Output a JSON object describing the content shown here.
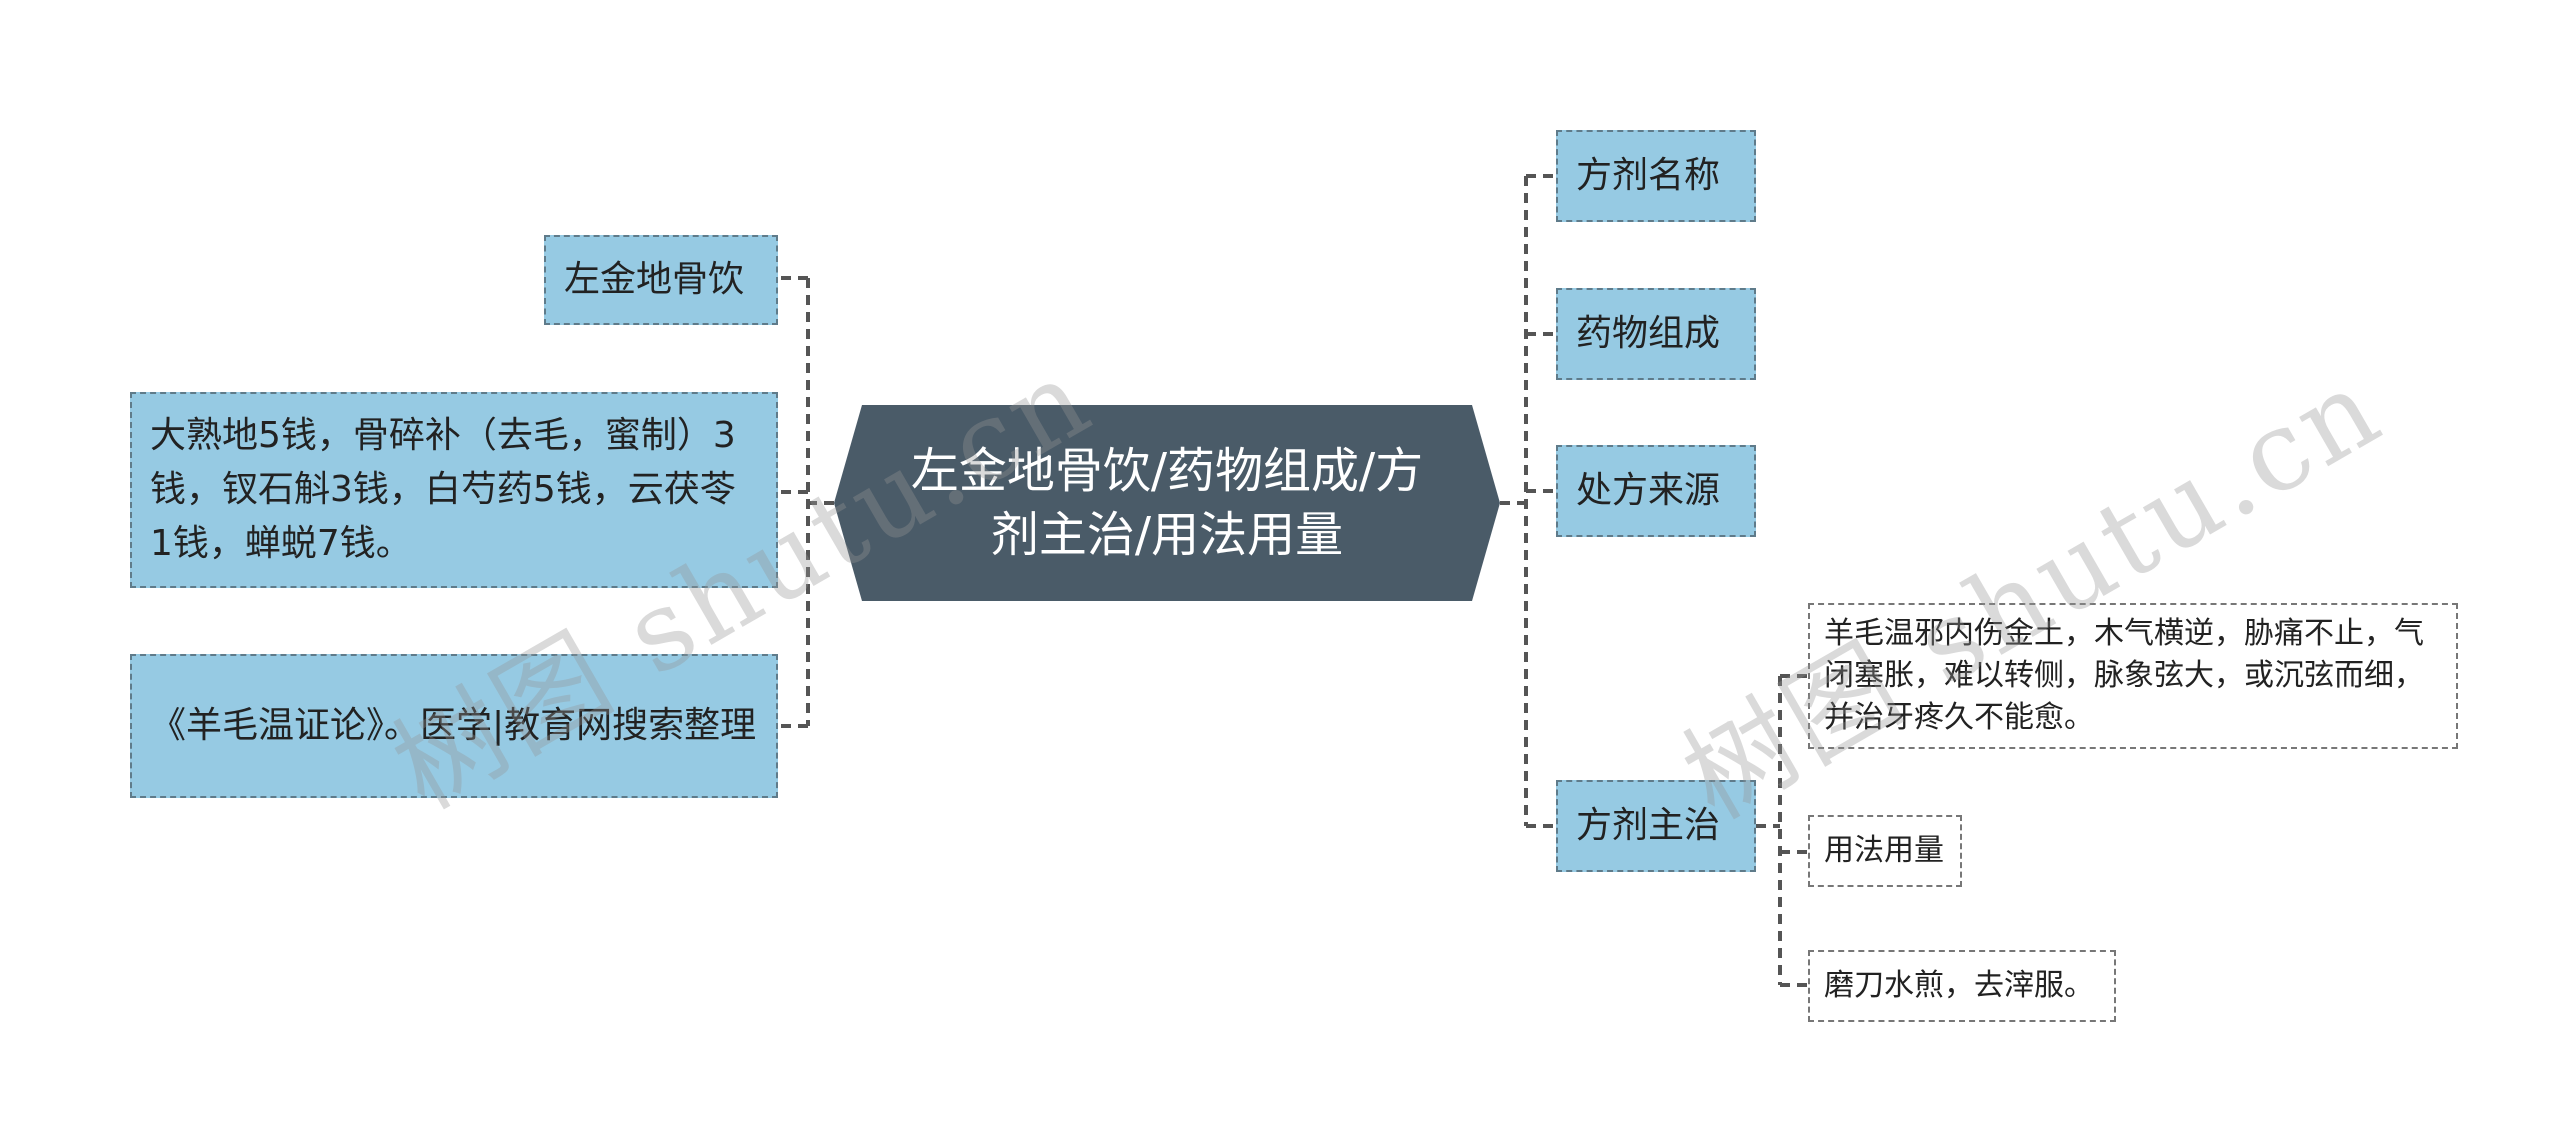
{
  "root": {
    "label": "左金地骨饮/药物组成/方剂主治/用法用量"
  },
  "left_nodes": [
    {
      "label": "左金地骨饮"
    },
    {
      "label": "大熟地5钱，骨碎补（去毛，蜜制）3钱，钗石斛3钱，白芍药5钱，云茯苓1钱，蝉蜕7钱。"
    },
    {
      "label": "《羊毛温证论》。医学|教育网搜索整理"
    }
  ],
  "right_nodes": [
    {
      "label": "方剂名称"
    },
    {
      "label": "药物组成"
    },
    {
      "label": "处方来源"
    },
    {
      "label": "方剂主治"
    }
  ],
  "sub_nodes": [
    {
      "label": "羊毛温邪内伤金土，木气横逆，胁痛不止，气闭塞胀，难以转侧，脉象弦大，或沉弦而细，并治牙疼久不能愈。"
    },
    {
      "label": "用法用量"
    },
    {
      "label": "磨刀水煎，去滓服。"
    }
  ],
  "watermarks": [
    "树图 shutu.cn",
    "树图 shutu.cn"
  ],
  "colors": {
    "root_fill": "#4a5b68",
    "node_fill": "#96cae3",
    "node_border": "#5f7b8a",
    "connector": "#555555"
  }
}
